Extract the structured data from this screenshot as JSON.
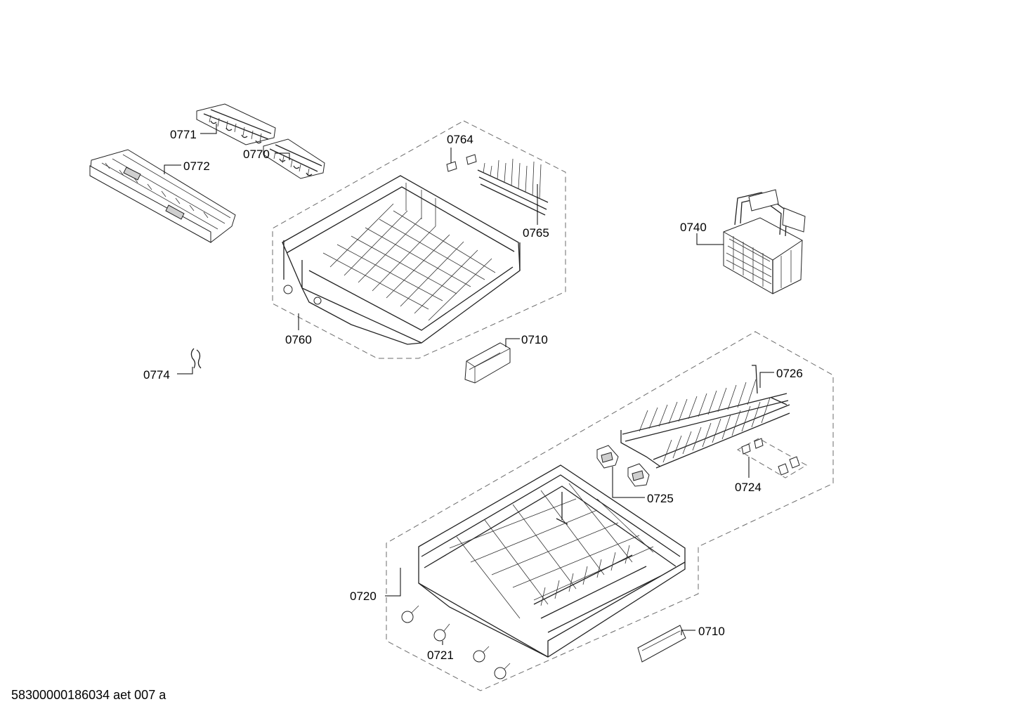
{
  "callouts": {
    "c0771": "0771",
    "c0772": "0772",
    "c0770": "0770",
    "c0764": "0764",
    "c0765": "0765",
    "c0740": "0740",
    "c0760": "0760",
    "c0710a": "0710",
    "c0774": "0774",
    "c0726": "0726",
    "c0725": "0725",
    "c0724": "0724",
    "c0720": "0720",
    "c0721": "0721",
    "c0710b": "0710"
  },
  "footer": "58300000186034 aet 007 a"
}
